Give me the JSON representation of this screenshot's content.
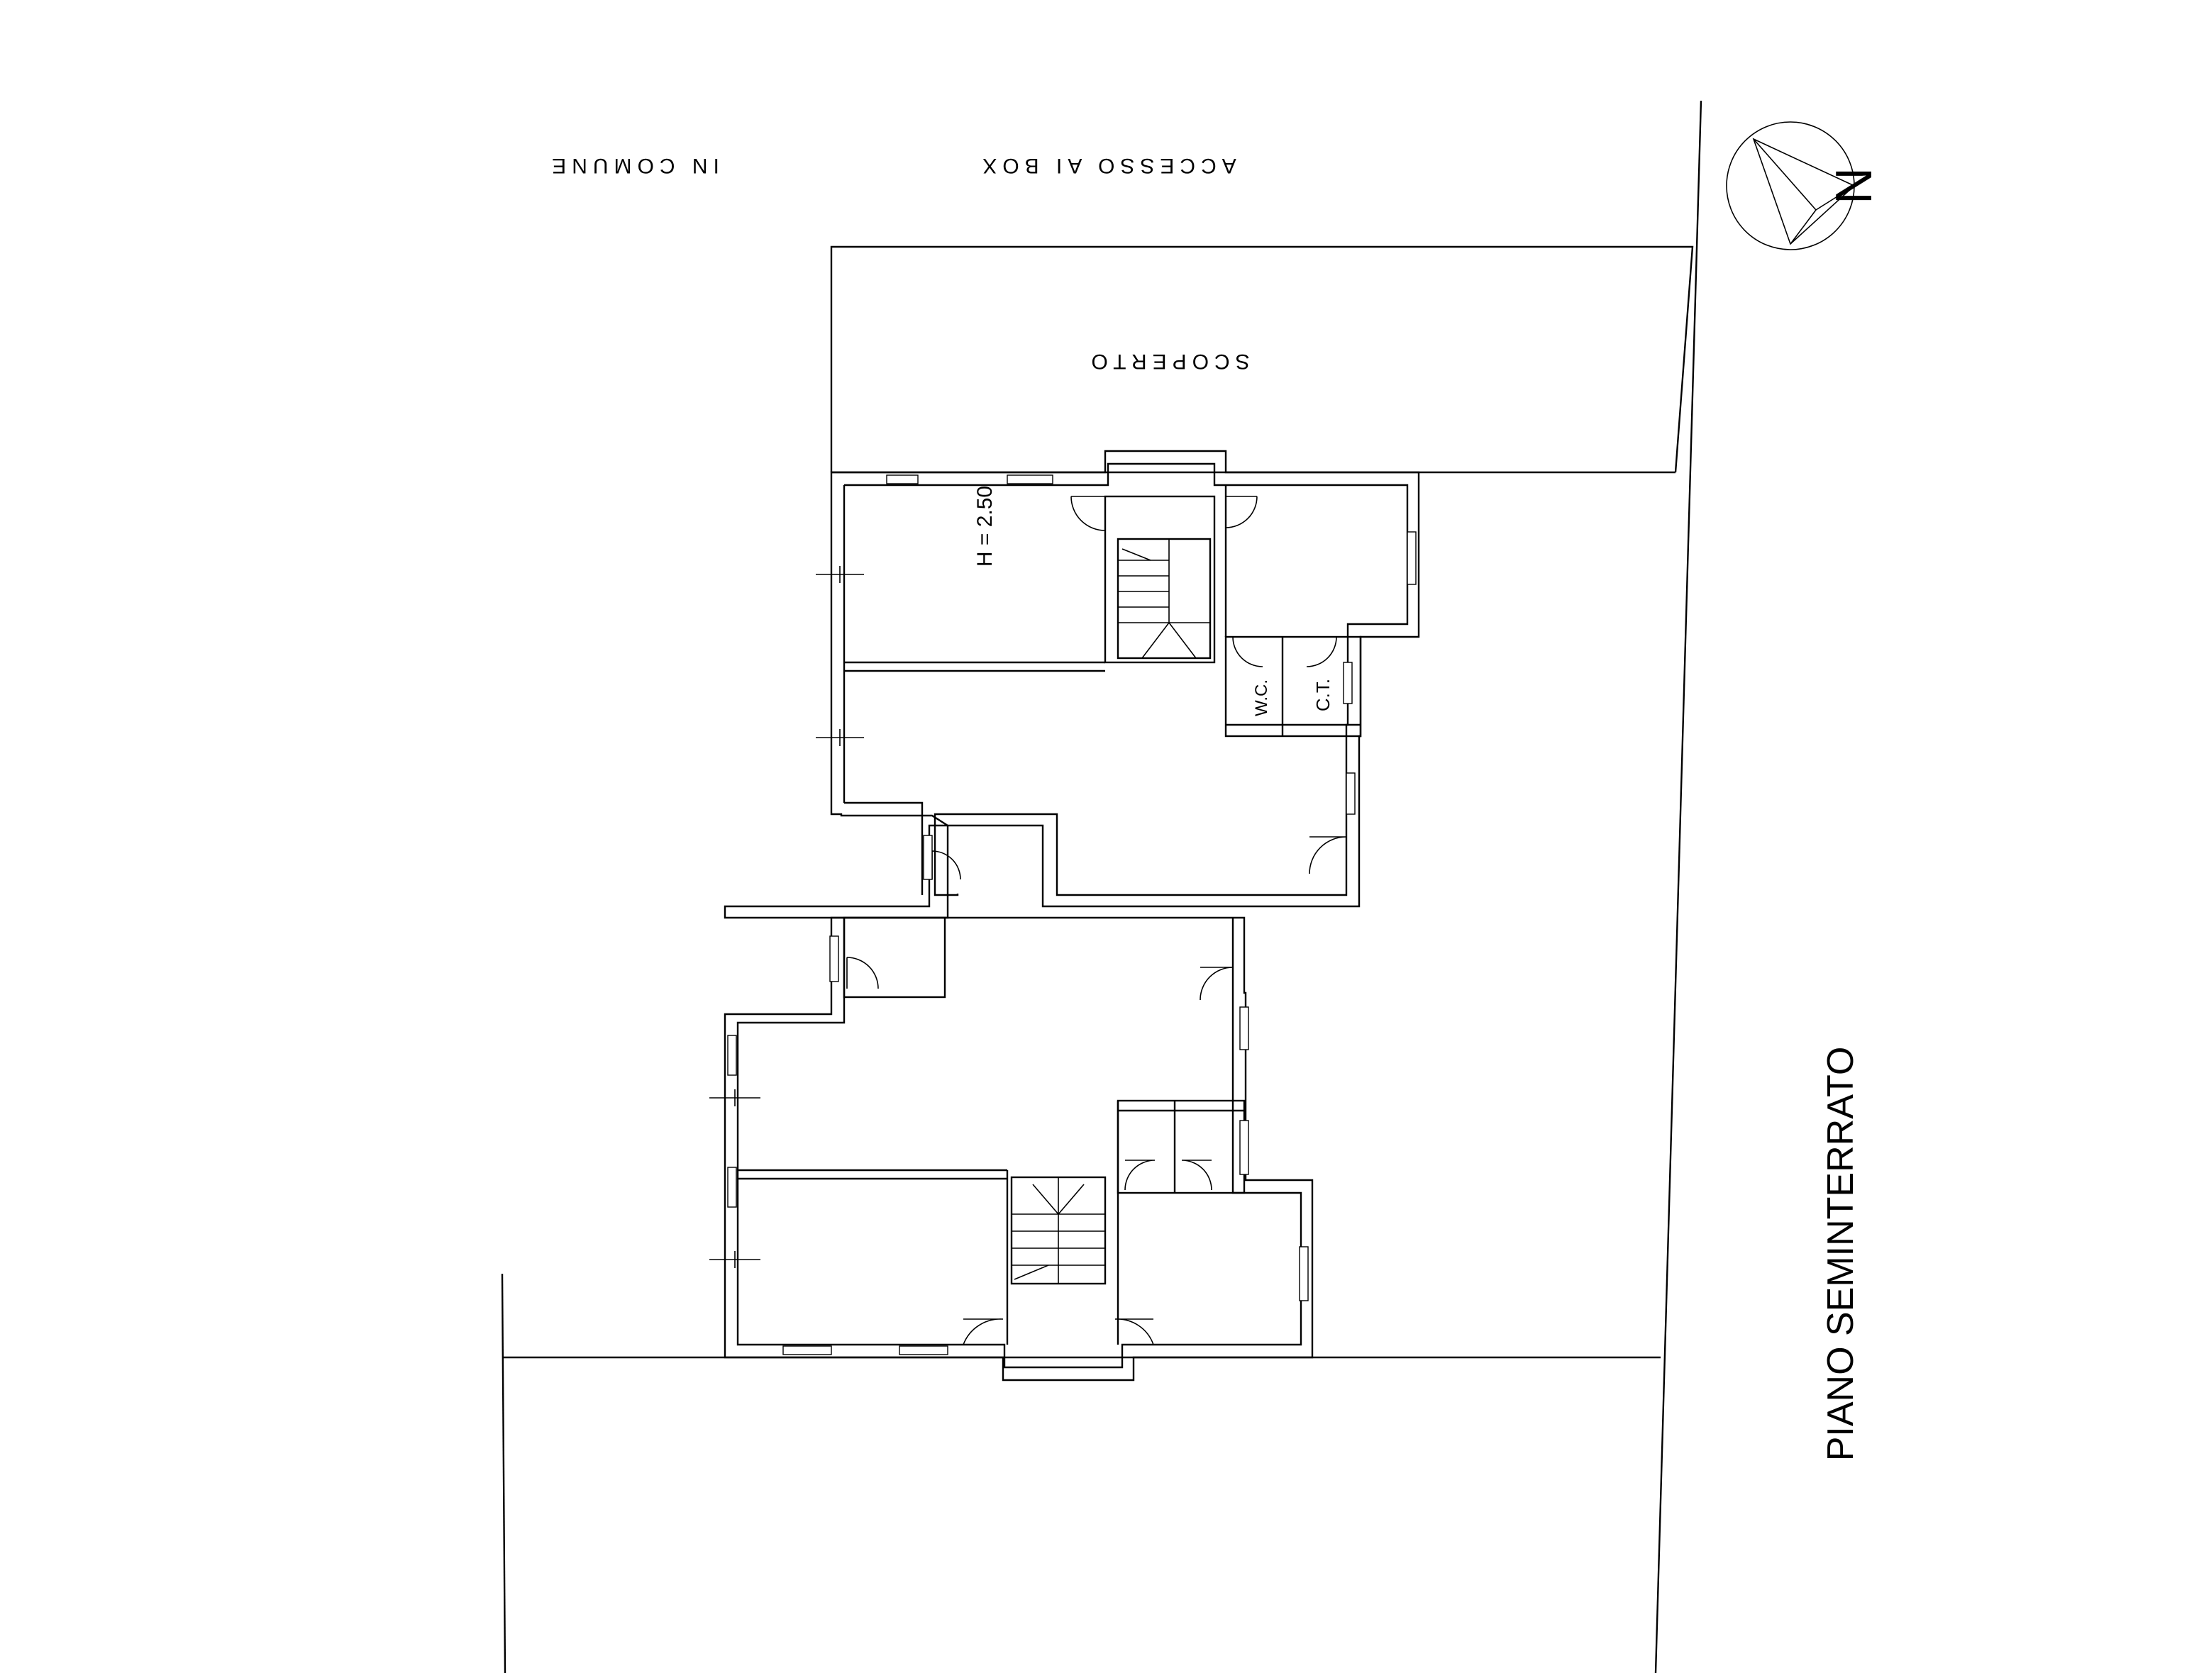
{
  "labels": {
    "access_part1": "ACCESSO AI BOX",
    "access_part2": "IN COMUNE",
    "open_area": "SCOPERTO",
    "height": "H = 2.50",
    "wc": "W.C.",
    "ct": "C.T.",
    "floor_title": "PIANO SEMINTERRATO",
    "north": "N"
  },
  "colors": {
    "line": "#000000",
    "background": "#ffffff"
  },
  "icons": {
    "north_arrow": "compass-north-icon"
  }
}
